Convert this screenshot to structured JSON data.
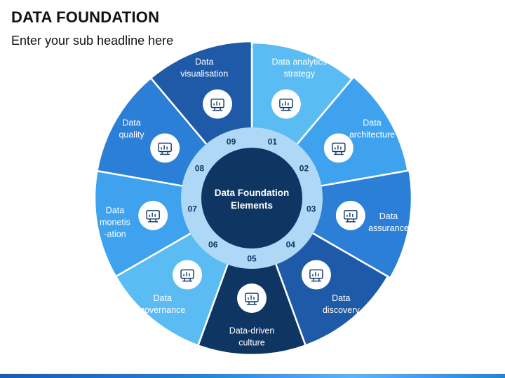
{
  "header": {
    "title": "DATA FOUNDATION",
    "subtitle": "Enter your sub headline here"
  },
  "center": {
    "line1": "Data Foundation",
    "line2": "Elements"
  },
  "segments": [
    {
      "number": "01",
      "lines": [
        "Data analytics",
        "strategy"
      ],
      "icon": "analytics-monitor-icon",
      "color": "#5bbcf3"
    },
    {
      "number": "02",
      "lines": [
        "Data",
        "architecture"
      ],
      "icon": "presenter-chart-icon",
      "color": "#3ea2ef"
    },
    {
      "number": "03",
      "lines": [
        "Data",
        "assurance"
      ],
      "icon": "secure-laptop-icon",
      "color": "#2b7fd6"
    },
    {
      "number": "04",
      "lines": [
        "Data",
        "discovery"
      ],
      "icon": "search-document-icon",
      "color": "#1e5aa8"
    },
    {
      "number": "05",
      "lines": [
        "Data-driven",
        "culture"
      ],
      "icon": "team-chart-icon",
      "color": "#0f3563"
    },
    {
      "number": "06",
      "lines": [
        "Data",
        "governance"
      ],
      "icon": "dashboard-screen-icon",
      "color": "#5bbcf3"
    },
    {
      "number": "07",
      "lines": [
        "Data",
        "monetis",
        "-ation"
      ],
      "icon": "money-server-icon",
      "color": "#3ea2ef"
    },
    {
      "number": "08",
      "lines": [
        "Data",
        "quality"
      ],
      "icon": "database-magnifier-icon",
      "color": "#2b7fd6"
    },
    {
      "number": "09",
      "lines": [
        "Data",
        "visualisation"
      ],
      "icon": "funnel-database-icon",
      "color": "#1e5aa8"
    }
  ],
  "colors": {
    "ring": "#aed8f6",
    "center": "#0f3563",
    "number_text": "#0f3563",
    "segment_text": "#ffffff"
  }
}
